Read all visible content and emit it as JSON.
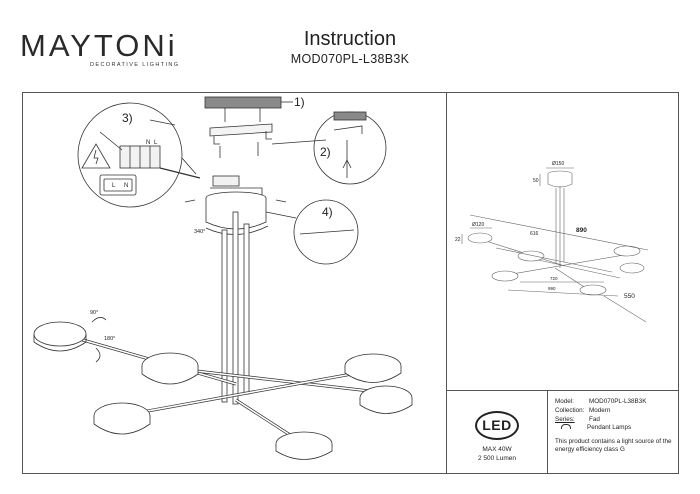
{
  "brand": {
    "name": "MAYTONi",
    "tagline": "DECORATIVE LIGHTING"
  },
  "header": {
    "title": "Instruction",
    "model": "MOD070PL-L38B3K"
  },
  "assembly": {
    "steps": [
      "1)",
      "2)",
      "3)",
      "4)"
    ],
    "wire_labels": [
      "N",
      "L",
      "L",
      "N"
    ],
    "rotation_labels": [
      "340°",
      "90°",
      "180°"
    ]
  },
  "dimensions": {
    "canopy_diameter": "Ø150",
    "canopy_height": "50",
    "shade_diameter": "Ø120",
    "shade_height": "22",
    "overall_height": "890",
    "arm_span": "616",
    "inner_span_a": "720",
    "inner_span_b": "990",
    "depth": "550"
  },
  "energy": {
    "badge": "LED",
    "power": "MAX 40W",
    "lumen": "2 500 Lumen"
  },
  "info": {
    "model_label": "Model:",
    "model_value": "MOD070PL-L38B3K",
    "collection_label": "Collection:",
    "collection_value": "Modern",
    "series_label": "Series:",
    "series_value": "Fad",
    "type": "Pendant Lamps",
    "note": "This product contains a light source of the energy efficiency class G"
  }
}
